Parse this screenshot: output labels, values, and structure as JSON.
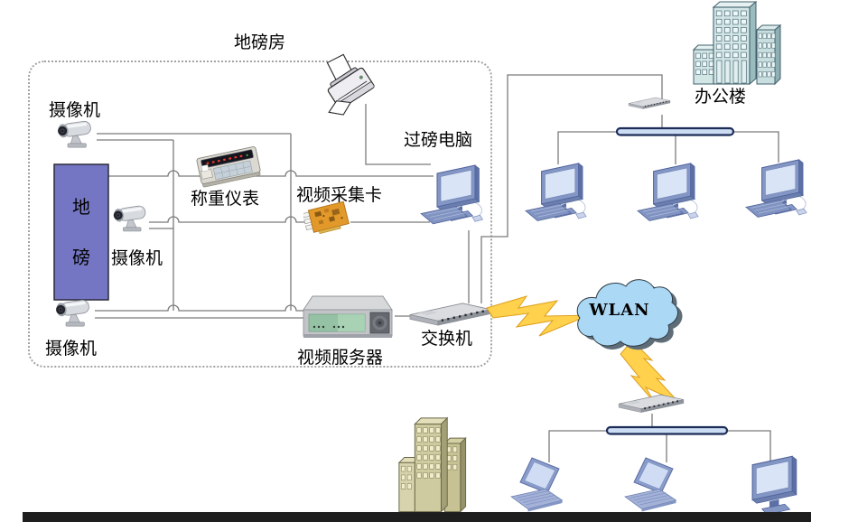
{
  "room": {
    "title": "地磅房",
    "camera_top": "摄像机",
    "camera_mid": "摄像机",
    "camera_bottom": "摄像机",
    "scale": "地磅",
    "indicator": "称重仪表",
    "capture_card": "视频采集卡",
    "weighing_pc": "过磅电脑",
    "video_server": "视频服务器",
    "switch": "交换机"
  },
  "external": {
    "office_building": "办公楼",
    "wlan": "WLAN"
  },
  "colors": {
    "scale_fill": "#7476c4",
    "cloud_fill": "#abd8f4",
    "lightning_fill": "#ffd14d",
    "bus_bar_fill": "#ccdcf2",
    "connection_line": "#7b7b7b"
  }
}
